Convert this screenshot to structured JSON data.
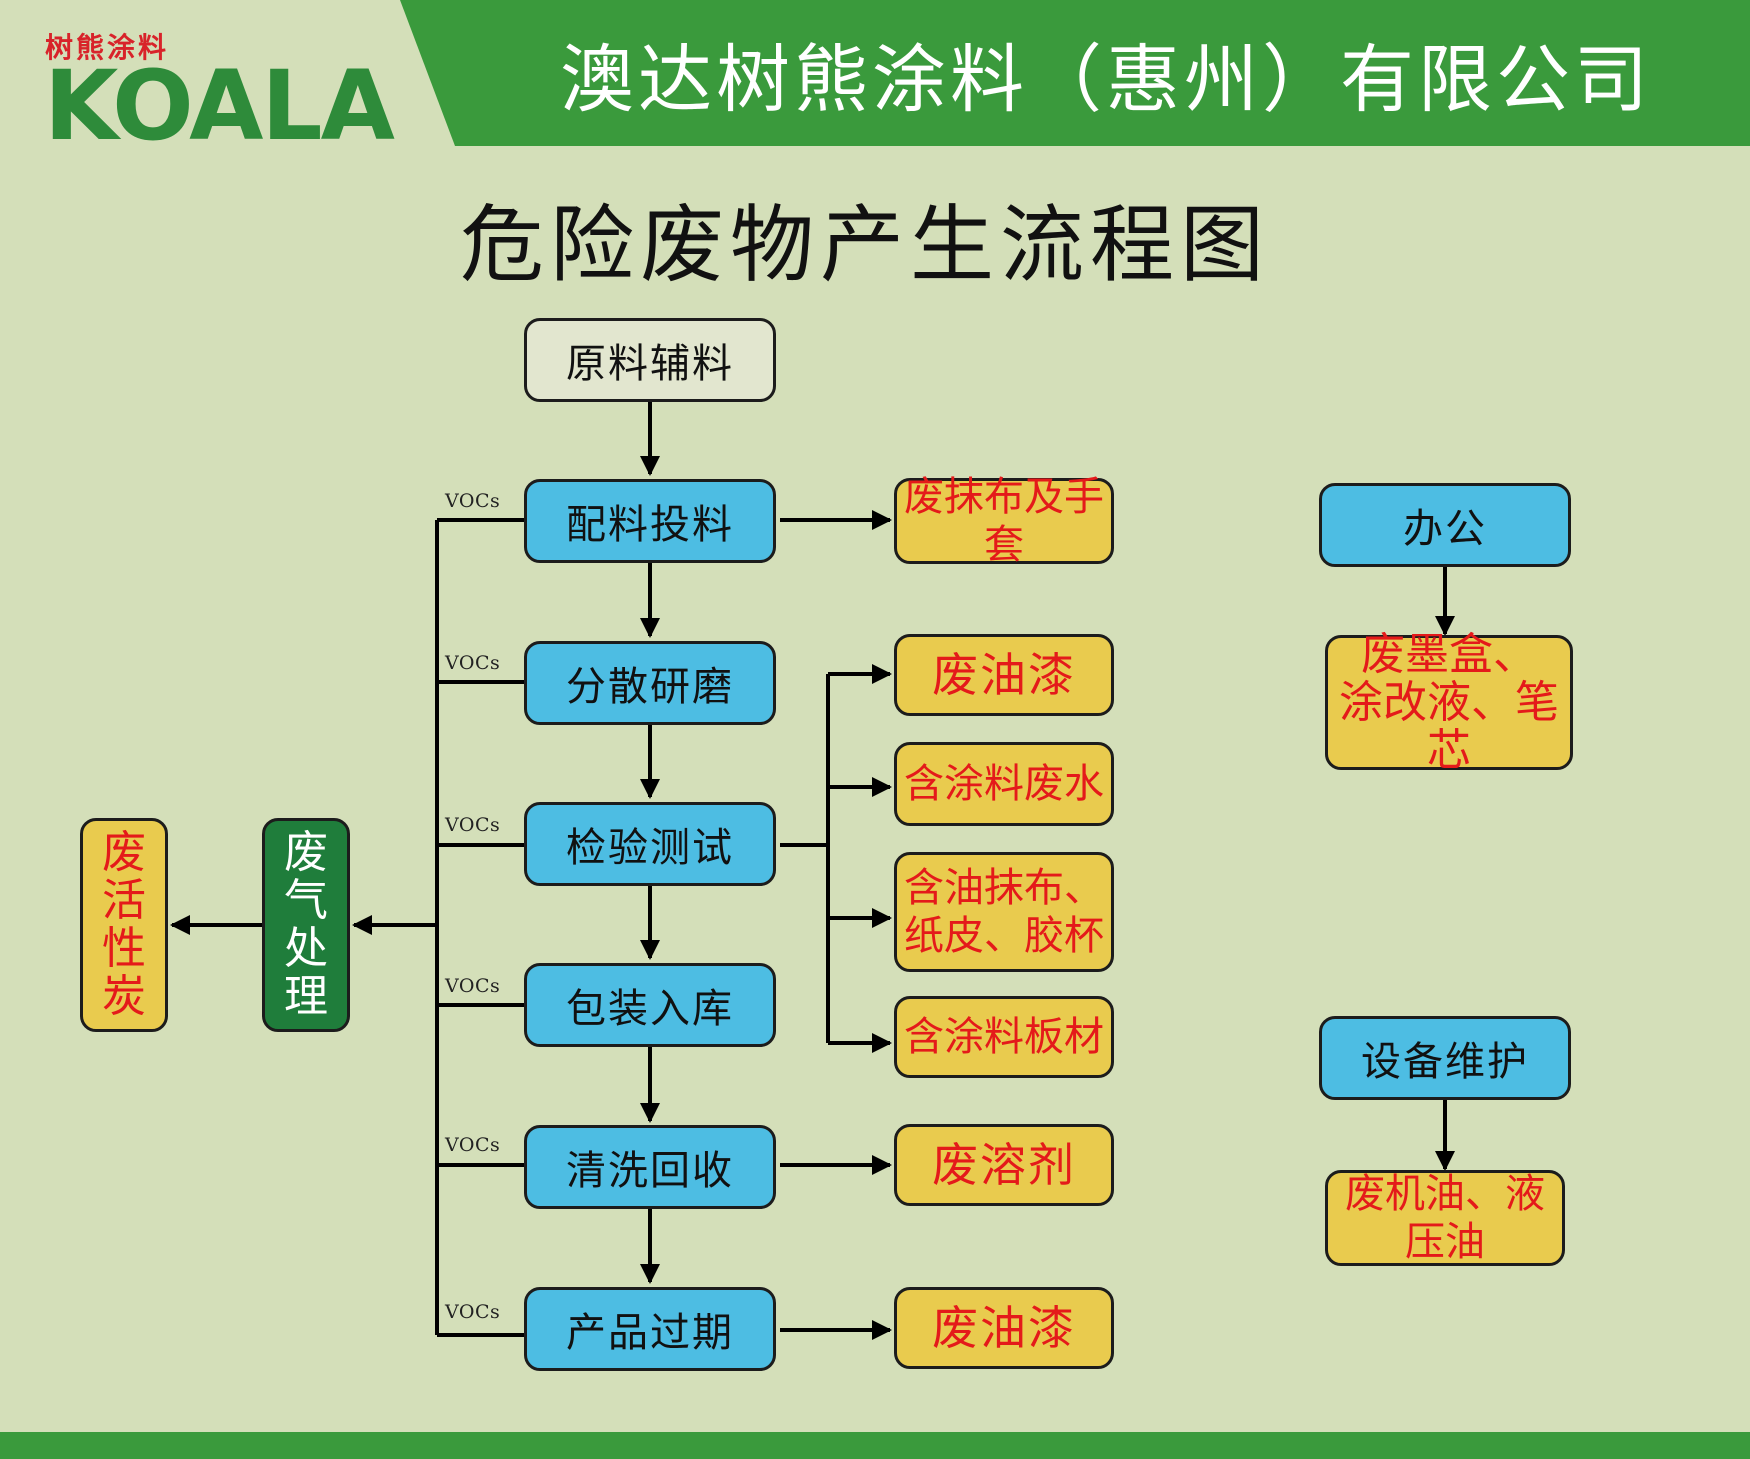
{
  "header": {
    "logo_cn": "树熊涂料",
    "logo_en": "KOALA",
    "company": "澳达树熊涂料（惠州）有限公司"
  },
  "title": "危险废物产生流程图",
  "flow": {
    "start": "原料辅料",
    "steps": [
      "配料投料",
      "分散研磨",
      "检验测试",
      "包装入库",
      "清洗回收",
      "产品过期"
    ],
    "vocs_label": "VOCs",
    "wastes": {
      "w1": "废抹布及手套",
      "w2": "废油漆",
      "w3": "含涂料废水",
      "w4a": "含油抹布、",
      "w4b": "纸皮、胶杯",
      "w5": "含涂料板材",
      "w6": "废溶剂",
      "w7": "废油漆"
    },
    "gas_treatment": [
      "废",
      "气",
      "处",
      "理"
    ],
    "activated_carbon": [
      "废",
      "活",
      "性",
      "炭"
    ]
  },
  "office": {
    "label": "办公",
    "waste_a": "废墨盒、",
    "waste_b": "涂改液、笔芯"
  },
  "maintenance": {
    "label": "设备维护",
    "waste": "废机油、液压油"
  },
  "colors": {
    "background": "#d4dfb9",
    "header_green": "#3a9a3c",
    "step_blue": "#4dbde3",
    "waste_yellow": "#e9cb4e",
    "waste_text_red": "#e41a1a",
    "treatment_green": "#1f7d3b"
  }
}
